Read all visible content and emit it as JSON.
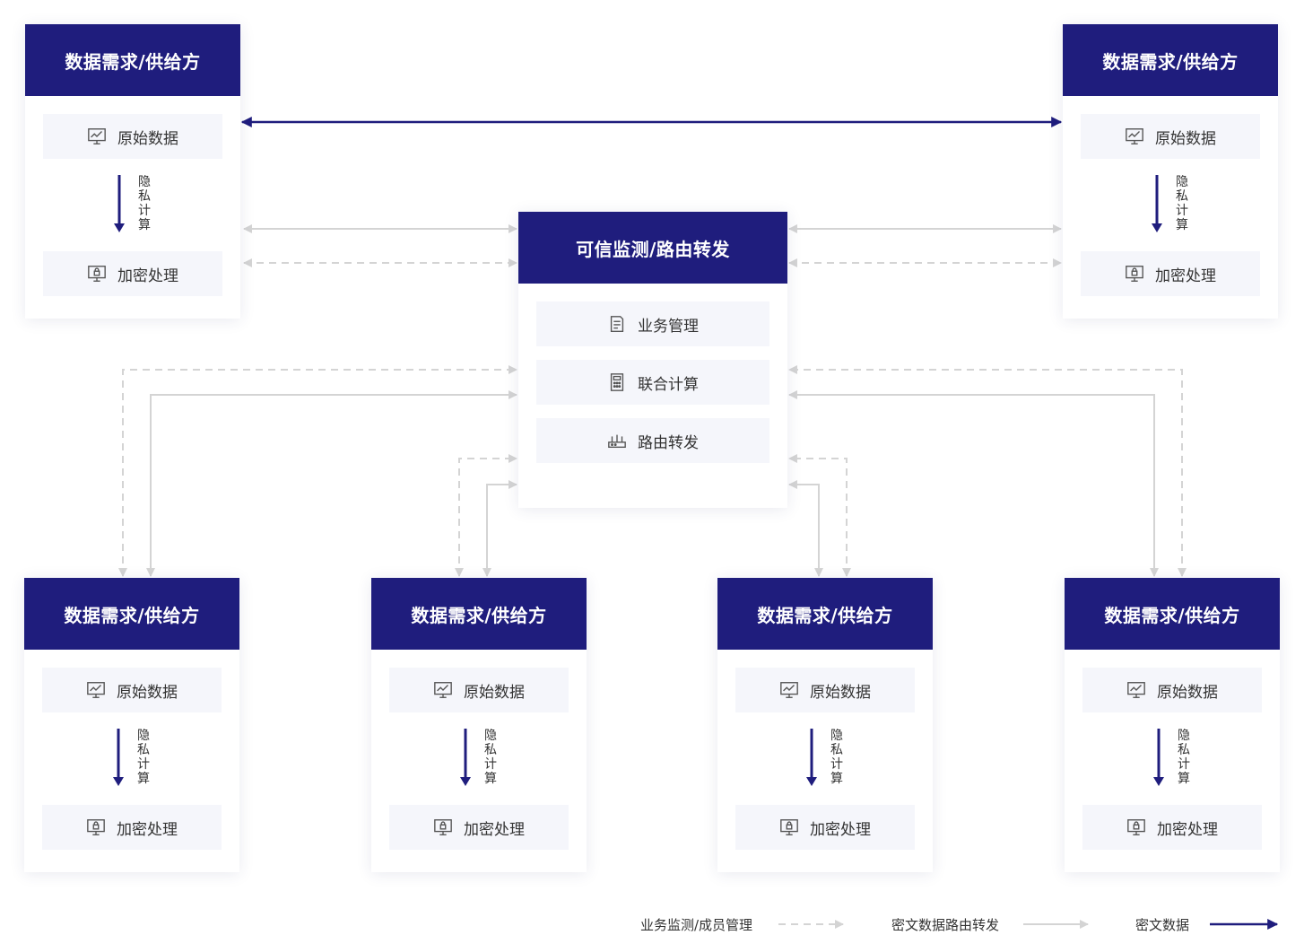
{
  "nodes": [
    {
      "title": "数据需求/供给方",
      "raw": "原始数据",
      "step": [
        "隐",
        "私",
        "计",
        "算"
      ],
      "enc": "加密处理"
    },
    {
      "title": "数据需求/供给方",
      "raw": "原始数据",
      "step": [
        "隐",
        "私",
        "计",
        "算"
      ],
      "enc": "加密处理"
    },
    {
      "title": "数据需求/供给方",
      "raw": "原始数据",
      "step": [
        "隐",
        "私",
        "计",
        "算"
      ],
      "enc": "加密处理"
    },
    {
      "title": "数据需求/供给方",
      "raw": "原始数据",
      "step": [
        "隐",
        "私",
        "计",
        "算"
      ],
      "enc": "加密处理"
    },
    {
      "title": "数据需求/供给方",
      "raw": "原始数据",
      "step": [
        "隐",
        "私",
        "计",
        "算"
      ],
      "enc": "加密处理"
    },
    {
      "title": "数据需求/供给方",
      "raw": "原始数据",
      "step": [
        "隐",
        "私",
        "计",
        "算"
      ],
      "enc": "加密处理"
    }
  ],
  "center": {
    "title": "可信监测/路由转发",
    "items": [
      "业务管理",
      "联合计算",
      "路由转发"
    ]
  },
  "legend": {
    "dashed": "业务监测/成员管理",
    "solid_gray": "密文数据路由转发",
    "solid_blue": "密文数据"
  },
  "colors": {
    "primary": "#1f1d7d",
    "line_gray": "#d4d4d4",
    "pill_bg": "#f5f6fb"
  },
  "icons": {
    "raw": "chart-monitor-icon",
    "enc": "lock-monitor-icon",
    "biz": "document-icon",
    "calc": "calculator-icon",
    "route": "router-icon"
  }
}
